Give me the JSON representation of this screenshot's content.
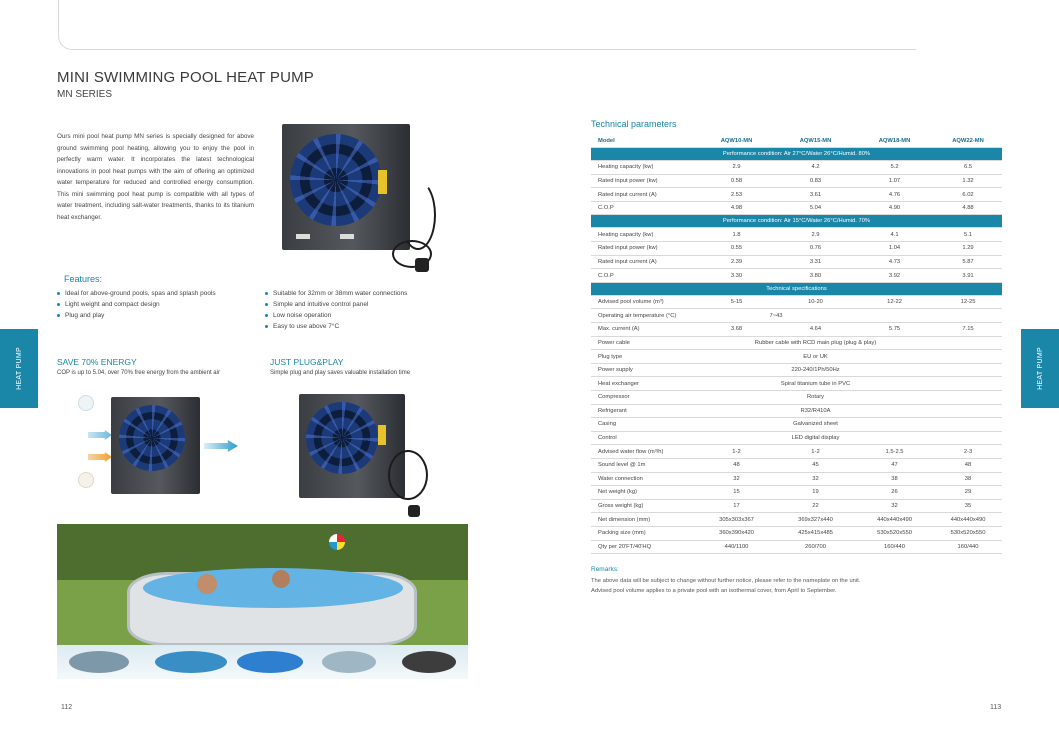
{
  "left": {
    "title": "MINI SWIMMING POOL HEAT PUMP",
    "series": "MN SERIES",
    "intro": "Ours mini pool heat pump MN series is specially designed for above ground swimming pool heating, allowing you to enjoy the pool in perfectly warm water. It incorporates the latest technological innovations in pool heat pumps with the aim of offering an optimized water temperature for reduced and controlled energy consumption. This mini swimming pool heat pump is compatible with all types of water treatment, including salt-water treatments, thanks to its titanium heat exchanger.",
    "side_tab": "HEAT PUMP",
    "features_title": "Features:",
    "features_left": [
      "Ideal for above-ground pools, spas and splash pools",
      "Light weight and compact design",
      "Plug and play"
    ],
    "features_right": [
      "Suitable for 32mm or 38mm water connections",
      "Simple and intuitive control panel",
      "Low noise operation",
      "Easy to use above 7°C"
    ],
    "energy_title": "SAVE 70% ENERGY",
    "energy_text": "COP is up to 5.04, over 70% free energy from the ambient air",
    "plug_title": "JUST PLUG&PLAY",
    "plug_text": "Simple plug and play saves valuable installation time",
    "page_number": "112"
  },
  "right": {
    "section_title": "Technical parameters",
    "side_tab": "HEAT PUMP",
    "header": [
      "Model",
      "AQW10-MN",
      "AQW15-MN",
      "AQW18-MN",
      "AQW22-MN"
    ],
    "band1": "Performance condition: Air 27°C/Water 26°C/Humid. 80%",
    "perf1": [
      [
        "Heating capacity (kw)",
        "2.9",
        "4.2",
        "5.2",
        "6.5"
      ],
      [
        "Rated input power (kw)",
        "0.58",
        "0.83",
        "1.07",
        "1.32"
      ],
      [
        "Rated input current (A)",
        "2.53",
        "3.61",
        "4.76",
        "6.02"
      ],
      [
        "C.O.P",
        "4.98",
        "5.04",
        "4.90",
        "4.88"
      ]
    ],
    "band2": "Performance condition: Air 15°C/Water 26°C/Humid. 70%",
    "perf2": [
      [
        "Heating capacity (kw)",
        "1.8",
        "2.9",
        "4.1",
        "5.1"
      ],
      [
        "Rated input power (kw)",
        "0.55",
        "0.76",
        "1.04",
        "1.29"
      ],
      [
        "Rated input current (A)",
        "2.39",
        "3.31",
        "4.73",
        "5.87"
      ],
      [
        "C.O.P",
        "3.30",
        "3.80",
        "3.92",
        "3.91"
      ]
    ],
    "band3": "Technical specifications",
    "tech_a": [
      [
        "Advised pool volume (m³)",
        "5-15",
        "10-20",
        "12-22",
        "12-25"
      ]
    ],
    "op_temp": [
      "Operating air temperature (°C)",
      "7~43"
    ],
    "max_current": [
      "Max. current (A)",
      "3.68",
      "4.64",
      "5.75",
      "7.15"
    ],
    "merged": [
      [
        "Power cable",
        "Rubber cable with RCD main plug (plug & play)"
      ],
      [
        "Plug type",
        "EU or UK"
      ],
      [
        "Power supply",
        "220-240/1Ph/50Hz"
      ],
      [
        "Heat exchanger",
        "Spiral titanium tube in PVC"
      ],
      [
        "Compressor",
        "Rotary"
      ],
      [
        "Refrigerant",
        "R32/R410A"
      ],
      [
        "Casing",
        "Galvanized sheet"
      ],
      [
        "Control",
        "LED digital display"
      ]
    ],
    "flow": [
      "Advised water flow (m³/h)",
      "1-2",
      "1-2",
      "1.5-2.5",
      "2-3"
    ],
    "tech_b": [
      [
        "Sound level @ 1m",
        "48",
        "45",
        "47",
        "48"
      ],
      [
        "Water connection",
        "32",
        "32",
        "38",
        "38"
      ],
      [
        "Net weight (kg)",
        "15",
        "19",
        "26",
        "29"
      ],
      [
        "Gross weight (kg)",
        "17",
        "22",
        "32",
        "35"
      ],
      [
        "Net dimension (mm)",
        "305x303x367",
        "369x327x440",
        "440x440x490",
        "440x440x490"
      ],
      [
        "Packing size (mm)",
        "360x390x420",
        "425x415x485",
        "530x520x550",
        "530x520x550"
      ],
      [
        "Qty per 20'FT/40'HQ",
        "440/1100",
        "260/700",
        "160/440",
        "160/440"
      ]
    ],
    "remarks_title": "Remarks:",
    "remarks_line1": "The above data will be subject to change without further notice, please refer to the nameplate on the unit.",
    "remarks_line2": "Advised pool volume applies to a private pool with an isothermal cover, from April to September.",
    "page_number": "113"
  },
  "colors": {
    "accent": "#1a86a8",
    "table_band": "#1a86a8"
  }
}
